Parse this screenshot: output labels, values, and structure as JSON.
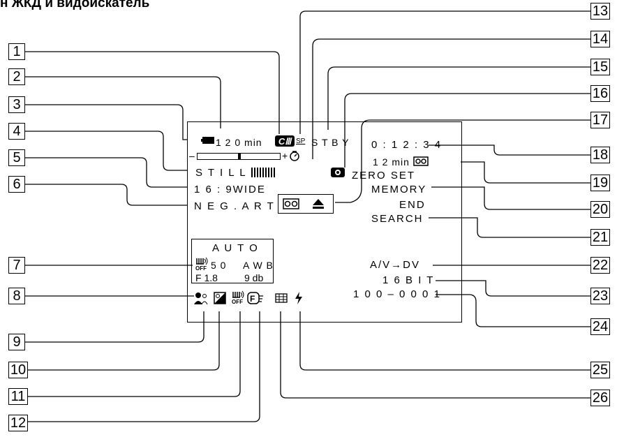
{
  "title": "н ЖКД и видоискатель",
  "display": {
    "battery_time": "1 2 0 min",
    "cassette_badge": "CⅢ",
    "tape_speed": "SP",
    "standby": "S T B Y",
    "exposure_minus": "–",
    "exposure_plus": "+",
    "still_label": "S T I L L",
    "wide_label": "1 6 : 9WIDE",
    "neg_art": "N E G . A R T",
    "counter": "0 : 1 2 : 3 4",
    "tape_remaining": "1 2 min",
    "zero_set": "ZERO SET",
    "memory": "MEMORY",
    "end": "END",
    "search": "SEARCH",
    "auto": "A U T O",
    "steady_off": "OFF",
    "shutter": "5 0",
    "awb": "A W B",
    "fnumber": "F 1.8",
    "gain": "9 db",
    "av_dv": "A/V→DV",
    "audio_bits": "1 6 B I T",
    "file_number": "1 0 0 – 0 0 0 1"
  },
  "callouts": [
    "1",
    "2",
    "3",
    "4",
    "5",
    "6",
    "7",
    "8",
    "9",
    "10",
    "11",
    "12",
    "13",
    "14",
    "15",
    "16",
    "17",
    "18",
    "19",
    "20",
    "21",
    "22",
    "23",
    "24",
    "25",
    "26"
  ]
}
